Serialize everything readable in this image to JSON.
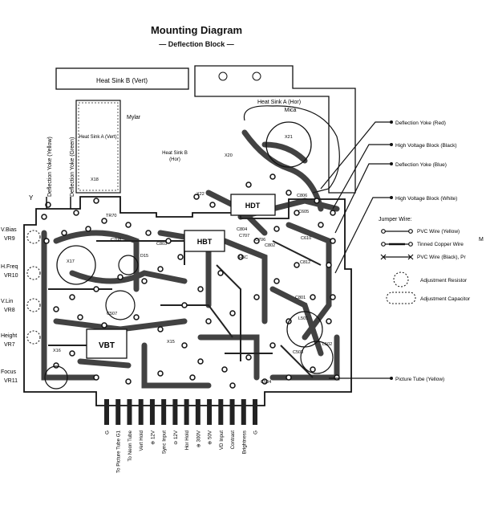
{
  "title": "Mounting Diagram",
  "subtitle": "— Deflection Block —",
  "blocks": {
    "heat_sink_b_vert": "Heat Sink B (Vert)",
    "heat_sink_a_hor": "Heat Sink A (Hor)",
    "mica": "Mica",
    "mylar": "Mylar",
    "heat_sink_a_vert": "Heat Sink A (Vert)",
    "heat_sink_b_hor_1": "Heat Sink B",
    "heat_sink_b_hor_2": "(Hor)",
    "hdt": "HDT",
    "hbt": "HBT",
    "vbt": "VBT"
  },
  "left_labels": [
    {
      "line1": "V.Bias",
      "line2": "VR9"
    },
    {
      "line1": "H.Freq",
      "line2": "VR10"
    },
    {
      "line1": "V.Lin",
      "line2": "VR8"
    },
    {
      "line1": "Height",
      "line2": "VR7"
    },
    {
      "line1": "Focus",
      "line2": "VR11"
    }
  ],
  "yoke_labels": {
    "yellow": "Deflection Yoke (Yellow)",
    "green": "Deflection Yoke (Green)",
    "y": "Y"
  },
  "right_labels": {
    "yoke_red": "Deflection Yoke (Red)",
    "hv_black": "High Voltage Block (Black)",
    "yoke_blue": "Deflection Yoke (Blue)",
    "hv_white": "High Voltage Block (White)",
    "picture_tube": "Picture Tube (Yellow)"
  },
  "legend": {
    "title": "Jumper Wire:",
    "items": [
      "PVC Wire (Yellow)",
      "Tinned Copper Wire",
      "PVC Wire (Black), Pr"
    ],
    "trail": "M",
    "adjust_resistor": "Adjustment Resistor",
    "adjust_capacitor": "Adjustment Capacitor"
  },
  "components": [
    "X21",
    "X20",
    "X22",
    "X18",
    "TR70",
    "X17",
    "X16",
    "X15",
    "C804",
    "C806",
    "C605",
    "C610",
    "C812",
    "C802",
    "C803",
    "L501",
    "L502",
    "C503",
    "C504",
    "C507",
    "C708",
    "C706",
    "C707",
    "C801",
    "D15",
    "H5C",
    "L601"
  ],
  "connector_pins": [
    "G",
    "To Picture Tube G1",
    "To Neon Tube",
    "Vert Hold",
    "⊕ 12V",
    "Sync Input",
    "⊖ 12V",
    "Hor Hold",
    "⊕ 300V",
    "⊕ 50V",
    "VD Input",
    "Contrast",
    "Brightness",
    "G"
  ]
}
